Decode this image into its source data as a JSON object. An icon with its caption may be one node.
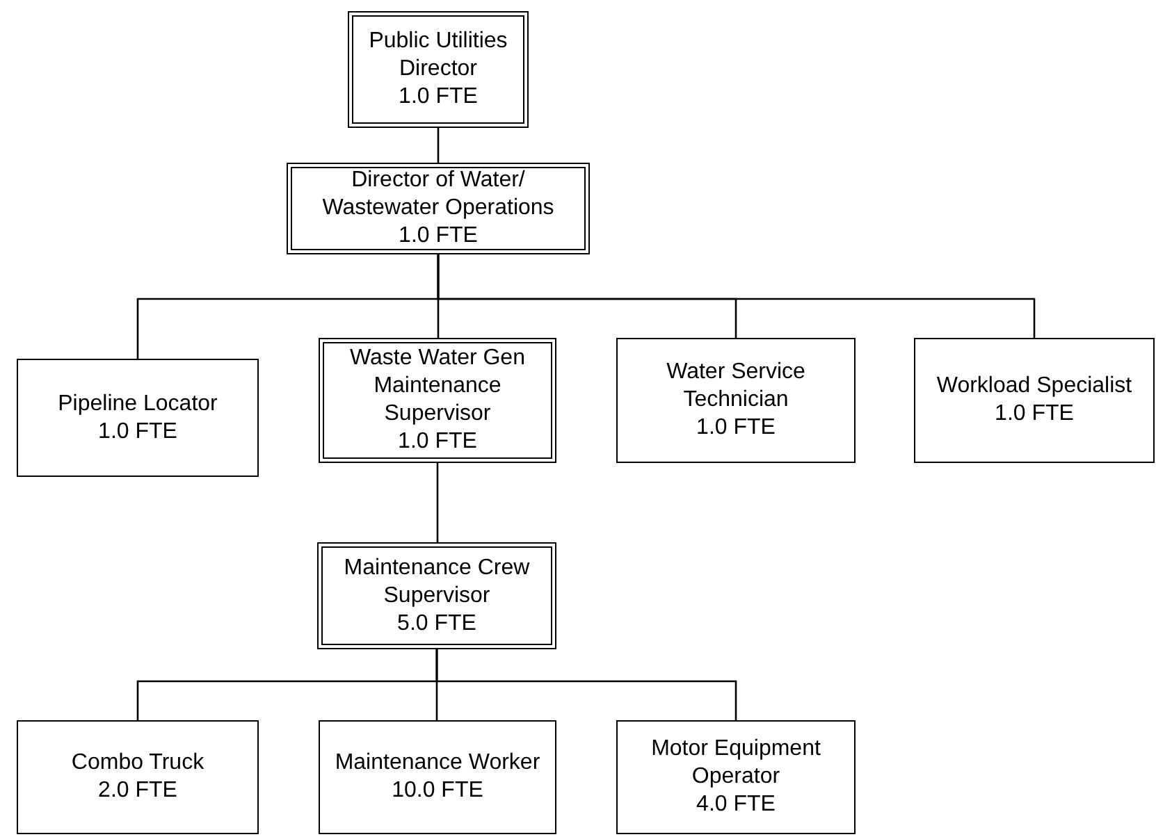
{
  "diagram": {
    "nodes": [
      {
        "text": [
          "Public Utilities Director",
          "1.0 FTE"
        ]
      },
      {
        "text": [
          "Director of Water/ Wastewater Operations",
          "1.0 FTE"
        ]
      },
      {
        "text": [
          "Pipeline Locator",
          "1.0 FTE"
        ]
      },
      {
        "text": [
          "Waste Water Gen Maintenance Supervisor",
          "1.0 FTE"
        ]
      },
      {
        "text": [
          "Water Service Technician",
          "1.0 FTE"
        ]
      },
      {
        "text": [
          "Workload Specialist",
          "1.0 FTE"
        ]
      },
      {
        "text": [
          "Maintenance Crew Supervisor",
          "5.0 FTE"
        ]
      },
      {
        "text": [
          "Combo Truck",
          "2.0 FTE"
        ]
      },
      {
        "text": [
          "Maintenance Worker",
          "10.0 FTE"
        ]
      },
      {
        "text": [
          "Motor Equipment Operator",
          "4.0 FTE"
        ]
      }
    ],
    "edges": [
      {
        "from": 0,
        "to": 1,
        "arrow": "none"
      },
      {
        "from": 1,
        "to": 2,
        "arrow": "none"
      },
      {
        "from": 1,
        "to": 3,
        "arrow": "none"
      },
      {
        "from": 1,
        "to": 4,
        "arrow": "none"
      },
      {
        "from": 1,
        "to": 5,
        "arrow": "none"
      },
      {
        "from": 3,
        "to": 6,
        "arrow": "none"
      },
      {
        "from": 6,
        "to": 7,
        "arrow": "none"
      },
      {
        "from": 6,
        "to": 8,
        "arrow": "none"
      },
      {
        "from": 6,
        "to": 9,
        "arrow": "none"
      }
    ]
  }
}
